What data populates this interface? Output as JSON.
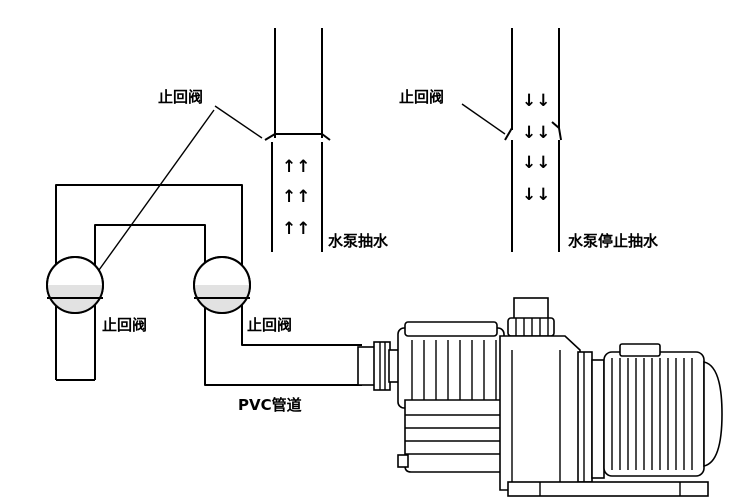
{
  "labels": {
    "check_valve_left": "止回阀",
    "check_valve_right": "止回阀",
    "check_valve_upper_left": "止回阀",
    "check_valve_upper_right": "止回阀",
    "pump_running": "水泵抽水",
    "pump_stopped": "水泵停止抽水",
    "pvc_pipe": "PVC管道"
  },
  "arrows": {
    "up": "↑↑",
    "down": "↓↓"
  }
}
